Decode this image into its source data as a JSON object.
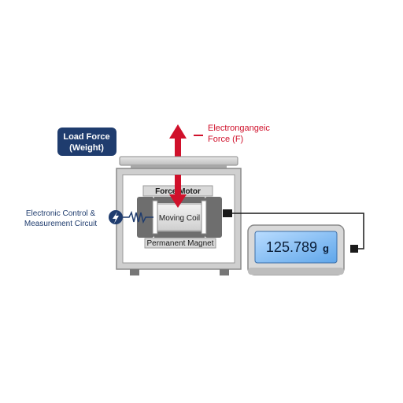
{
  "labels": {
    "load_force_line1": "Load Force",
    "load_force_line2": "(Weight)",
    "em_force_line1": "Electrongangeic",
    "em_force_line2": "Force (F)",
    "force_motor": "Force Motor",
    "moving_coil": "Moving Coil",
    "permanent_magnet": "Permanent Magnet",
    "control_line1": "Electronic Control &",
    "control_line2": "Measurement Circuit"
  },
  "display": {
    "value": "125.789",
    "unit": "g"
  },
  "icons": {
    "circuit": "lightning-icon",
    "up_arrow": "arrow-up-icon",
    "down_arrow": "arrow-down-icon"
  },
  "colors": {
    "navy": "#1f3c6e",
    "red": "#d0112b",
    "display_blue": "#7fb9f0",
    "gray": "#8a8a8a"
  }
}
